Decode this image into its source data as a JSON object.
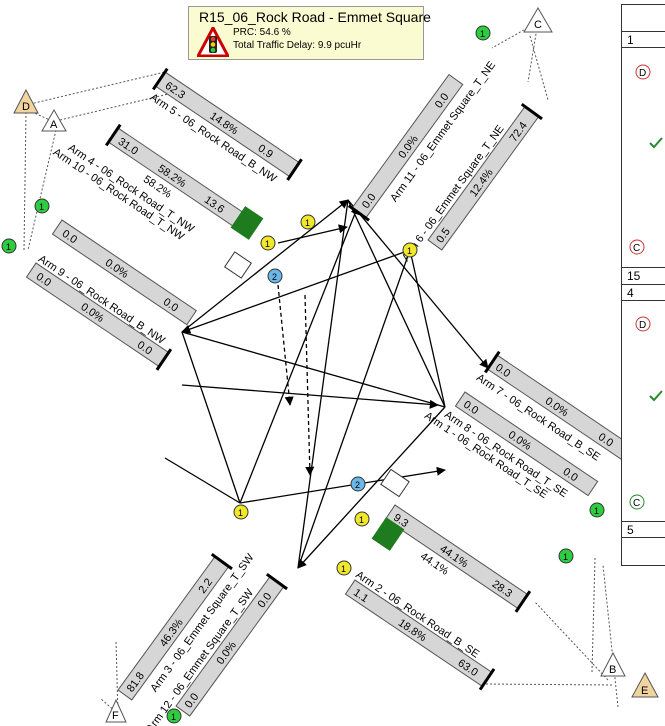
{
  "info_box": {
    "title": "R15_06_Rock Road - Emmet Square",
    "prc": "PRC: 54.6 %",
    "delay": "Total Traffic Delay: 9.9 pcuHr"
  },
  "nodes": {
    "A": "A",
    "B": "B",
    "C": "C",
    "D": "D",
    "E": "E",
    "F": "F"
  },
  "arms": {
    "nw_outer": {
      "name": "Arm 5 - 06_Rock Road_B_NW",
      "v1": "62.3",
      "v2": "14.8%",
      "v3": "0.9"
    },
    "nw_inner": {
      "name": "Arm 4 - 06_Rock Road_T_NW",
      "v1": "31.0",
      "v2": "58.2%",
      "v3": "13.6"
    },
    "nw_inner2": {
      "name": "Arm 10 - 06_Rock Road_T_NW",
      "v1": "58.2%"
    },
    "nw_b": {
      "name": "Arm 9 - 06_Rock Road_B_NW",
      "v1": "0.0",
      "v2": "0.0%",
      "v3": "0.0"
    },
    "nw_t": {
      "v1": "0.0",
      "v2": "0.0%",
      "v3": "0.0"
    },
    "ne_outer": {
      "name": "Arm 11 - 06_Emmet Square_T_NE",
      "v1": "0.0",
      "v2": "0.0%",
      "v3": "0.0"
    },
    "ne_inner": {
      "name": "Arm 6 - 06_Emmet Square_T_NE",
      "v1": "72.4",
      "v2": "12.4%",
      "v3": "0.5"
    },
    "se_outer": {
      "name": "Arm 7 - 06_Rock Road_B_SE",
      "v1": "0.0",
      "v2": "0.0%",
      "v3": "0.0"
    },
    "se_mid": {
      "name": "Arm 8 - 06_Rock Road_T_SE",
      "v1": "0.0",
      "v2": "0.0%",
      "v3": "0.0"
    },
    "se_t": {
      "name": "Arm 1 - 06_Rock Road_T_SE",
      "v1": "9.3",
      "v2": "44.1%",
      "v3": "28.3",
      "v4": "44.1%"
    },
    "se_b": {
      "name": "Arm 2 - 06_Rock Road_B_SE",
      "v1": "1.1",
      "v2": "18.8%",
      "v3": "63.0"
    },
    "sw_outer": {
      "name": "Arm 3 - 06_Emmet Square_T_SW",
      "v1": "81.8",
      "v2": "46.3%",
      "v3": "2.2"
    },
    "sw_inner": {
      "name": "Arm 12 - 06_Emmet Square_T_SW",
      "v1": "0.0",
      "v2": "0.0%",
      "v3": "0.0"
    }
  },
  "signals": {
    "yellow": "1",
    "blue": "2"
  },
  "legend": {
    "rows": [
      "1",
      "15",
      "4",
      "5"
    ]
  },
  "colors": {
    "bar": "#d6d6d6",
    "signal_yellow": "#f2e82a",
    "signal_green": "#2ecc40",
    "signal_blue": "#6ab8e8",
    "node_tan": "#f1d5a0",
    "green_block": "#1e7b1e"
  }
}
